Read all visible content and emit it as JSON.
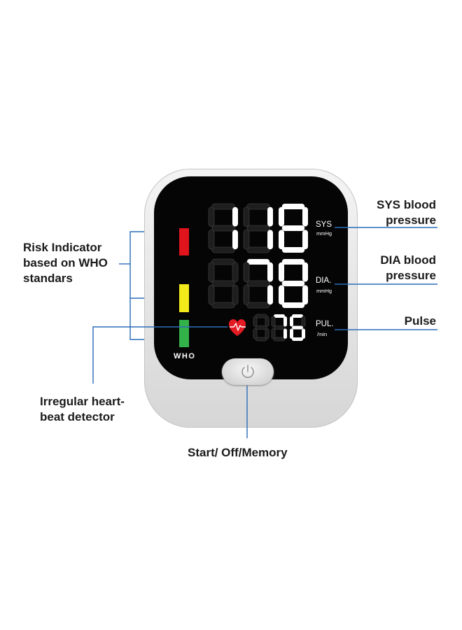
{
  "callouts": {
    "risk_indicator": "Risk Indicator\nbased on WHO\nstandars",
    "irregular_heartbeat": "Irregular heart-\nbeat detector",
    "sys": "SYS blood\npressure",
    "dia": "DIA blood\npressure",
    "pulse": "Pulse",
    "power": "Start/ Off/Memory"
  },
  "display": {
    "sys_value": "118",
    "dia_value": "78",
    "pulse_value": "76",
    "sys_label": "SYS",
    "sys_unit": "mmHg",
    "dia_label": "DIA.",
    "dia_unit": "mmHg",
    "pul_label": "PUL.",
    "pul_unit": "/min",
    "who_label": "WHO"
  },
  "who_scale_colors": [
    "#e0141c",
    "#f2ea1a",
    "#34b24a"
  ],
  "line_color": "#2b6cb8",
  "icons": [
    "heart-icon",
    "power-icon"
  ]
}
